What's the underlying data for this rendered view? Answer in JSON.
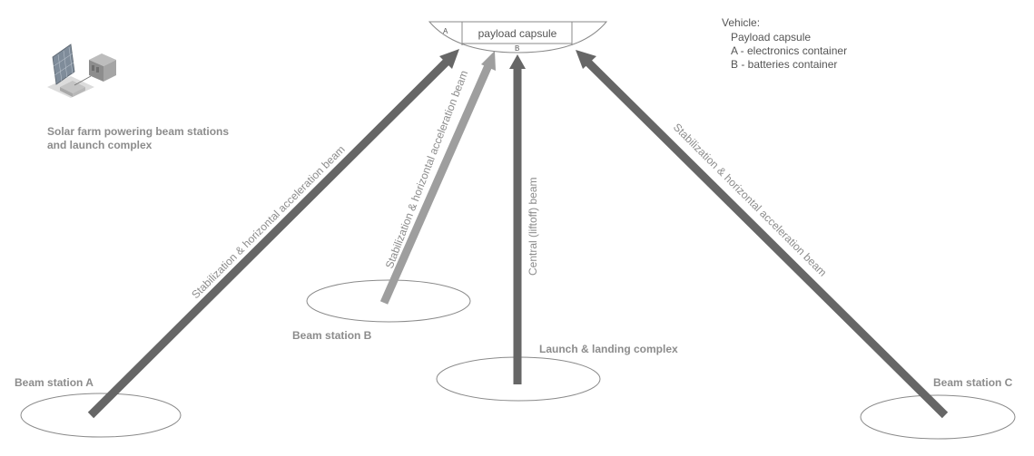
{
  "capsule": {
    "label": "payload capsule",
    "section_a": "A",
    "section_b": "B"
  },
  "legend": {
    "title": "Vehicle:",
    "line1": "Payload capsule",
    "line2": "A - electronics container",
    "line3": "B - batteries container"
  },
  "solar": {
    "line1": "Solar farm powering beam stations",
    "line2": "and launch complex"
  },
  "stations": {
    "a": "Beam station A",
    "b": "Beam station B",
    "c": "Beam station C",
    "launch": "Launch & landing complex"
  },
  "beams": {
    "a": "Stabilization & horizontal acceleration beam",
    "b": "Stabilization & horizontal acceleration beam",
    "c": "Stabilization & horizontal acceleration beam",
    "central": "Central (liftoff) beam"
  },
  "colors": {
    "beam_dark": "#666666",
    "beam_light": "#9e9e9e",
    "outline": "#8a8a8a"
  }
}
